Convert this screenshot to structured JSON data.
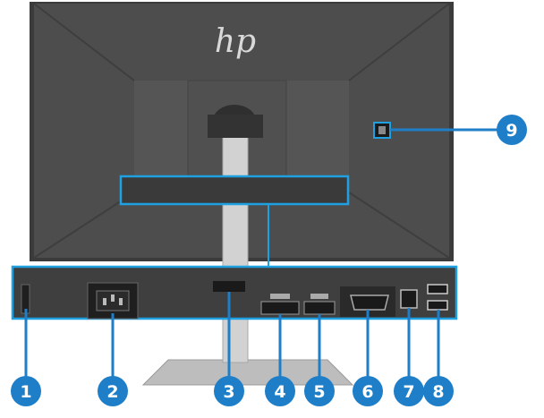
{
  "brand_logo": "hp",
  "callouts": [
    {
      "number": "1",
      "icon": "security-cable-slot"
    },
    {
      "number": "2",
      "icon": "power-connector"
    },
    {
      "number": "3",
      "icon": "cable-clip"
    },
    {
      "number": "4",
      "icon": "displayport-port"
    },
    {
      "number": "5",
      "icon": "hdmi-port"
    },
    {
      "number": "6",
      "icon": "vga-port"
    },
    {
      "number": "7",
      "icon": "usb-type-b-upstream-port"
    },
    {
      "number": "8",
      "icon": "usb-type-a-downstream-ports"
    },
    {
      "number": "9",
      "icon": "power-button"
    }
  ],
  "colors": {
    "callout": "#1e7ec8",
    "highlight_box": "#1fa0e0",
    "monitor_body": "#4a4a4a",
    "monitor_edge": "#333333",
    "stand": "#c8c8c8"
  }
}
